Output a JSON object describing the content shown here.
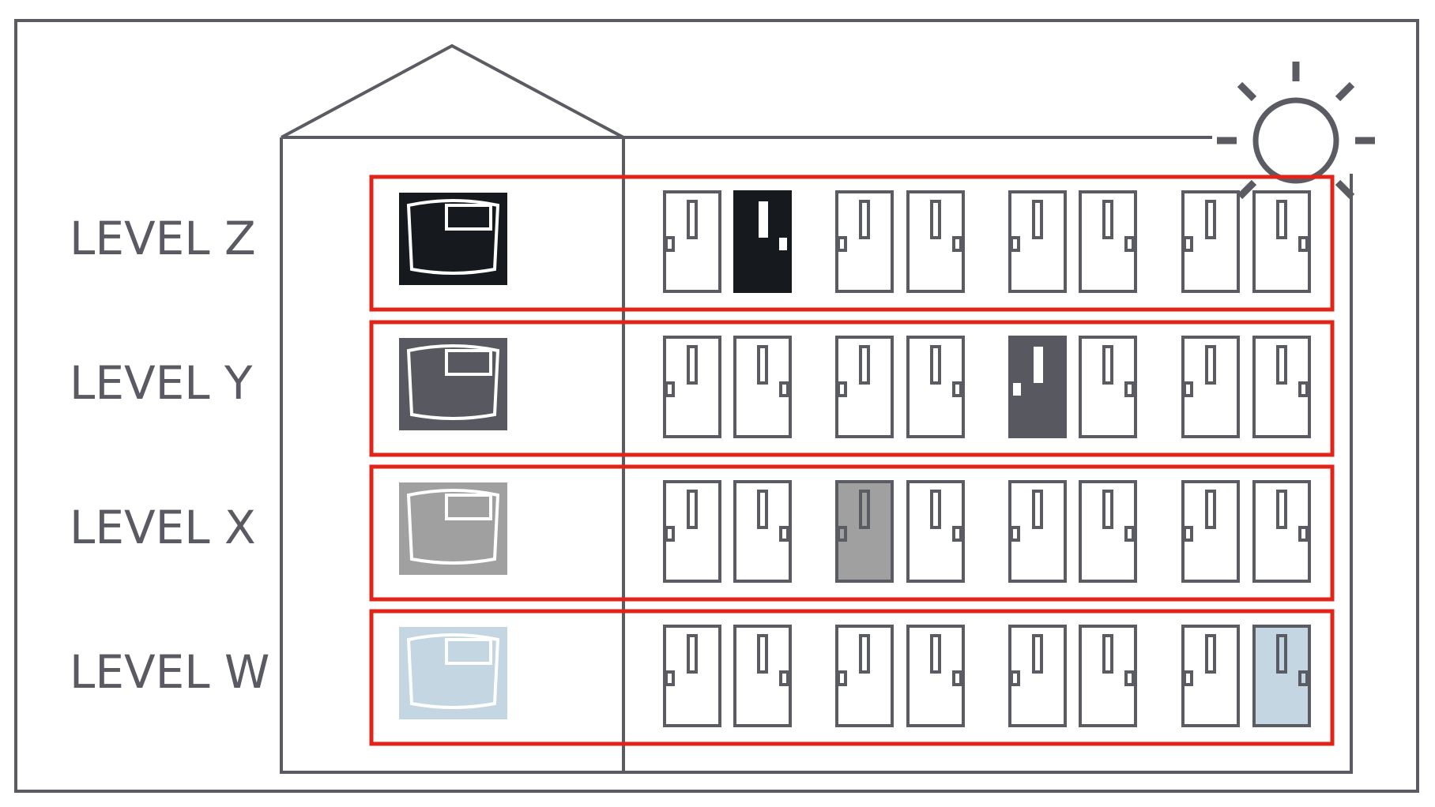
{
  "colors": {
    "outline": "#5b5c63",
    "highlight_box": "#e2231a",
    "level_z": "#16191e",
    "level_y": "#575860",
    "level_x": "#a0a0a0",
    "level_w": "#c3d6e2",
    "door_fill": "#ffffff"
  },
  "icons": {
    "house": "house-outline-icon",
    "sun": "sun-icon",
    "panel": "control-panel-icon",
    "door": "door-icon"
  },
  "levels": [
    {
      "label": "LEVEL Z",
      "color_key": "level_z",
      "highlighted_door_index": 1,
      "door_count": 8
    },
    {
      "label": "LEVEL Y",
      "color_key": "level_y",
      "highlighted_door_index": 4,
      "door_count": 8
    },
    {
      "label": "LEVEL X",
      "color_key": "level_x",
      "highlighted_door_index": 2,
      "door_count": 8
    },
    {
      "label": "LEVEL W",
      "color_key": "level_w",
      "highlighted_door_index": 7,
      "door_count": 8
    }
  ]
}
